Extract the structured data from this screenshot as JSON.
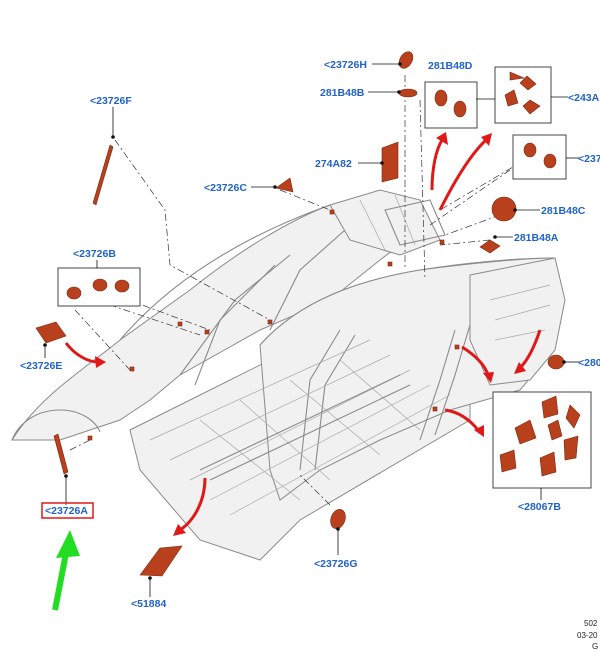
{
  "labels": {
    "l_23726H": "<23726H",
    "l_281B48D": "281B48D",
    "l_281B48B": "281B48B",
    "l_243A": "<243A",
    "l_23726F": "<23726F",
    "l_274A82": "274A82",
    "l_237": "<237",
    "l_23726C": "<23726C",
    "l_281B48C": "281B48C",
    "l_281B48A": "281B48A",
    "l_23726B": "<23726B",
    "l_23726E": "<23726E",
    "l_280": "<280",
    "l_28067B": "<28067B",
    "l_23726A": "<23726A",
    "l_23726G": "<23726G",
    "l_51884": "<51884"
  },
  "footer": {
    "line1": "502",
    "line2": "03-20",
    "line3": "G"
  },
  "colors": {
    "label_blue": "#1f63c8",
    "part_orange": "#b8401c",
    "arrow_red": "#e01818",
    "highlight_red": "#e01818",
    "pointer_green": "#22dd22"
  },
  "highlighted_label": "<23726A"
}
